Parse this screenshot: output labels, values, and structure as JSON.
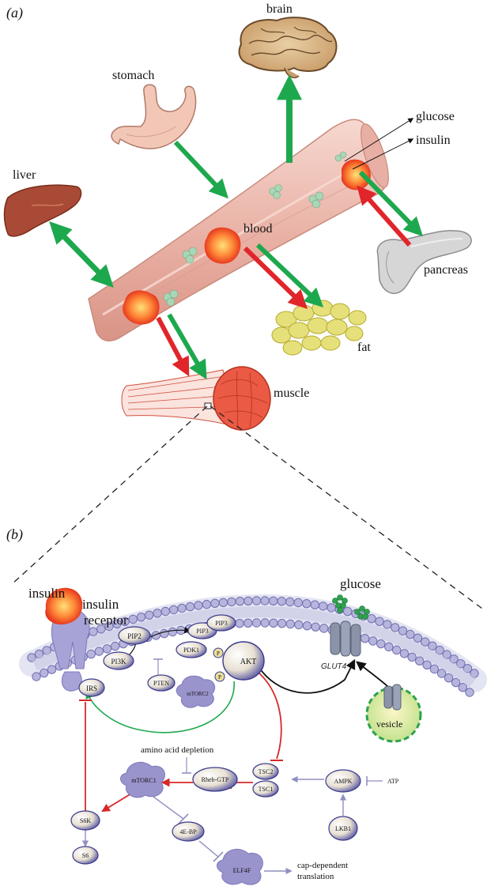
{
  "panel_a": {
    "label": "(a)",
    "organs": {
      "brain": "brain",
      "stomach": "stomach",
      "liver": "liver",
      "pancreas": "pancreas",
      "fat": "fat",
      "muscle": "muscle",
      "blood": "blood"
    },
    "legend": {
      "glucose": "glucose",
      "insulin": "insulin"
    },
    "colors": {
      "glucose_arrow": "#1ea84e",
      "insulin_arrow": "#e0262b",
      "vessel": "#ebb8ad",
      "muscle": "#e04a3a"
    }
  },
  "panel_b": {
    "label": "(b)",
    "insulin": "insulin",
    "insulin_receptor_line1": "insulin",
    "insulin_receptor_line2": "receptor",
    "glucose": "glucose",
    "glut4": "GLUT4",
    "vesicle": "vesicle",
    "nodes": {
      "irs": "IRS",
      "pi3k": "PI3K",
      "pip2": "PIP2",
      "pip3a": "PIP3",
      "pip3b": "PIP3",
      "pten": "PTEN",
      "pdk1": "PDK1",
      "p1": "P",
      "p2": "P",
      "akt": "AKT",
      "mtorc2": "mTORC2",
      "tsc2": "TSC2",
      "tsc1": "TSC1",
      "rheb": "Rheb-GTP",
      "mtorc1": "mTORC1",
      "ampk": "AMPK",
      "atp": "ATP",
      "lkb1": "LKB1",
      "s6k": "S6K",
      "s6": "S6",
      "ebp": "4E-BP",
      "elf4f": "ELF4F"
    },
    "amino_acid": "amino acid depletion",
    "cap1": "cap-dependent",
    "cap2": "translation",
    "colors": {
      "node": "#3b3a8e",
      "node_fill": "#d8d3e8",
      "activate": "#8f8fc2",
      "inhibit_red": "#d72828",
      "green_loop": "#1ea84e"
    }
  }
}
